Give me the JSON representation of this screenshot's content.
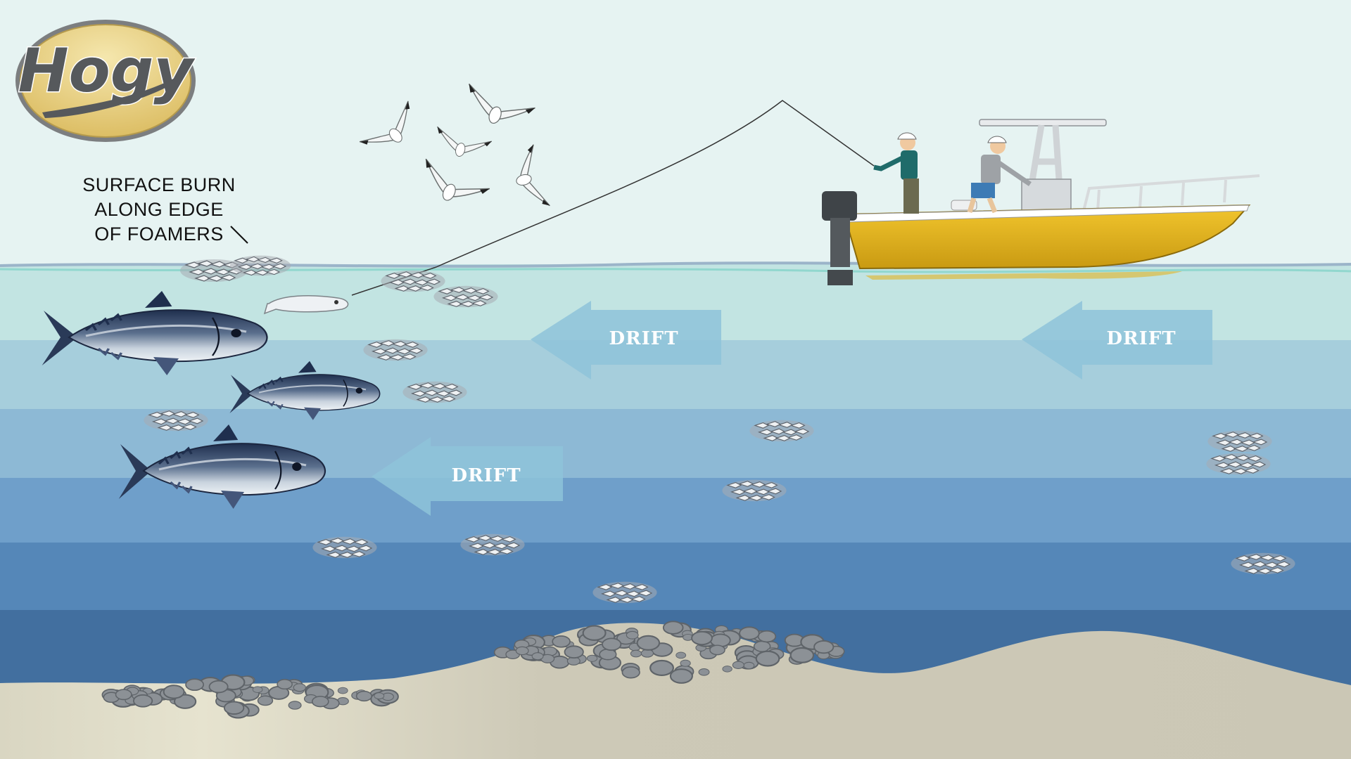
{
  "logo": {
    "text": "Hogy",
    "fill_color": "#e8cd78",
    "text_color": "#56595c"
  },
  "caption": {
    "lines": [
      "SURFACE BURN",
      "ALONG EDGE",
      "OF FOAMERS"
    ]
  },
  "drift_arrows": [
    {
      "label": "DRIFT"
    },
    {
      "label": "DRIFT"
    },
    {
      "label": "DRIFT"
    }
  ],
  "colors": {
    "sky": "#e6f3f2",
    "water_top": "#bfe2e0",
    "water_bottom": "#3f6e9e",
    "sand": "#cbc7b5",
    "boat_hull": "#e8b820",
    "arrow": "#8ec3d9"
  },
  "icons": [
    "hogy-logo-icon",
    "seagull-icon",
    "tuna-icon",
    "baitfish-school-icon",
    "boat-icon",
    "angler-icon",
    "lure-icon",
    "rock-pile-icon"
  ]
}
